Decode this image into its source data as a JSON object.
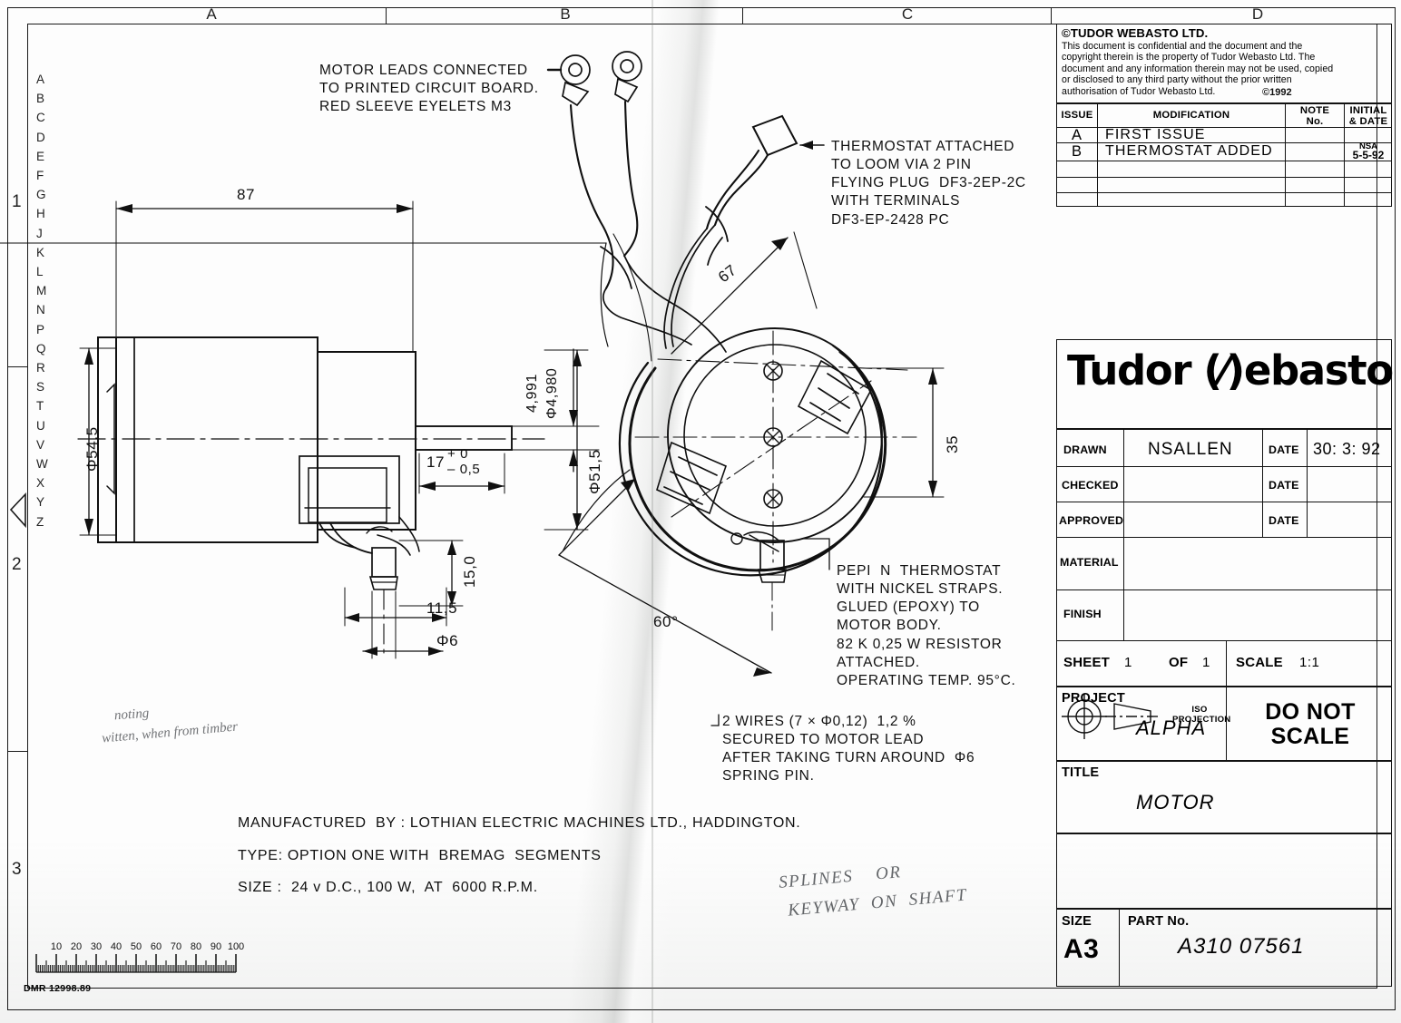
{
  "document": {
    "kind": "engineering-drawing",
    "sheet_size": "A3"
  },
  "frame": {
    "top_zones": [
      "A",
      "B",
      "C",
      "D"
    ],
    "side_numbers": [
      "1",
      "2",
      "3"
    ],
    "side_letters": [
      "A",
      "B",
      "C",
      "D",
      "E",
      "F",
      "G",
      "H",
      "J",
      "K",
      "L",
      "M",
      "N",
      "P",
      "Q",
      "R",
      "S",
      "T",
      "U",
      "V",
      "W",
      "X",
      "Y",
      "Z"
    ],
    "form_number": "DMR 12998.89",
    "ruler_ticks": [
      "10",
      "20",
      "30",
      "40",
      "50",
      "60",
      "70",
      "80",
      "90",
      "100"
    ]
  },
  "copyright": {
    "heading": "©TUDOR WEBASTO LTD.",
    "body": "This document is confidential and the document and the\ncopyright therein is the property of Tudor Webasto Ltd. The\ndocument and any information therein may not be used, copied\nor disclosed to any third party without the prior written\nauthorisation of Tudor Webasto Ltd.",
    "mark": "©1992"
  },
  "revisions": {
    "headers": {
      "issue": "ISSUE",
      "modification": "MODIFICATION",
      "note": "NOTE\nNo.",
      "initial": "INITIAL\n& DATE"
    },
    "rows": [
      {
        "issue": "A",
        "modification": "FIRST ISSUE",
        "note": "",
        "initial": "",
        "initial_date": ""
      },
      {
        "issue": "B",
        "modification": "THERMOSTAT ADDED",
        "note": "",
        "initial": "NSA",
        "initial_date": "5-5-92"
      },
      {
        "issue": "",
        "modification": "",
        "note": "",
        "initial": "",
        "initial_date": ""
      },
      {
        "issue": "",
        "modification": "",
        "note": "",
        "initial": "",
        "initial_date": ""
      }
    ]
  },
  "title_block": {
    "logo": "Tudor (⁄)ebasto",
    "logo_text_left": "Tudor",
    "logo_text_right": "ebasto",
    "drawn_label": "DRAWN",
    "drawn_value": "NSALLEN",
    "drawn_date_label": "DATE",
    "drawn_date_value": "30: 3: 92",
    "checked_label": "CHECKED",
    "checked_value": "",
    "checked_date_label": "DATE",
    "checked_date_value": "",
    "approved_label": "APPROVED",
    "approved_value": "",
    "approved_date_label": "DATE",
    "approved_date_value": "",
    "material_label": "MATERIAL",
    "material_value": "",
    "finish_label": "FINISH",
    "finish_value": "",
    "sheet_label": "SHEET",
    "sheet_value": "1",
    "of_label": "OF",
    "of_value": "1",
    "scale_label": "SCALE",
    "scale_value": "1:1",
    "iso_projection_label": "ISO\nPROJECTION",
    "do_not_scale": "DO NOT\nSCALE",
    "project_label": "PROJECT",
    "project_value": "ALPHA",
    "title_label": "TITLE",
    "title_value": "MOTOR",
    "size_label": "SIZE",
    "size_value": "A3",
    "part_no_label": "PART No.",
    "part_no_value": "A310 07561"
  },
  "notes": {
    "motor_leads": "MOTOR LEADS CONNECTED\nTO PRINTED CIRCUIT BOARD.\nRED SLEEVE EYELETS M3",
    "thermostat_plug": "THERMOSTAT ATTACHED\nTO LOOM VIA 2 PIN\nFLYING PLUG  DF3-2EP-2C\nWITH TERMINALS\nDF3-EP-2428 PC",
    "thermostat_detail": "PEPI  N  THERMOSTAT\nWITH NICKEL STRAPS.\nGLUED (EPOXY) TO\nMOTOR BODY.\n82 K 0,25 W RESISTOR\nATTACHED.\nOPERATING TEMP. 95°C.",
    "wires": "2 WIRES (7 × Φ0,12)  1,2 %\nSECURED TO MOTOR LEAD\nAFTER TAKING TURN AROUND  Φ6\nSPRING PIN.",
    "manufactured": "MANUFACTURED  BY : LOTHIAN ELECTRIC MACHINES LTD., HADDINGTON.",
    "type": "TYPE: OPTION ONE WITH  BREMAG  SEGMENTS",
    "size": "SIZE :  24 v D.C., 100 W,  AT  6000 R.P.M."
  },
  "handwritten": {
    "bottom_left_1": "noting",
    "bottom_left_2": "witten, when from timber",
    "shaft_query_1": "SPLINES    OR",
    "shaft_query_2": "KEYWAY  ON  SHAFT"
  },
  "dimensions": {
    "length_87": "87",
    "dia_54_5": "Φ54,5",
    "dia_51_5": "Φ51,5",
    "shaft_tol_upper": "4,991",
    "shaft_tol_lower": "Φ4,980",
    "len_17": "17",
    "tol_plus": "+ 0",
    "tol_minus": "– 0,5",
    "dim_15_0": "15,0",
    "dim_11_5": "11,5",
    "dia_6": "Φ6",
    "radius_67": "67",
    "dim_35": "35",
    "angle_60": "60°"
  },
  "colors": {
    "ink": "#101010",
    "paper": "#fdfdfd",
    "fold": "#8a8f8a"
  }
}
